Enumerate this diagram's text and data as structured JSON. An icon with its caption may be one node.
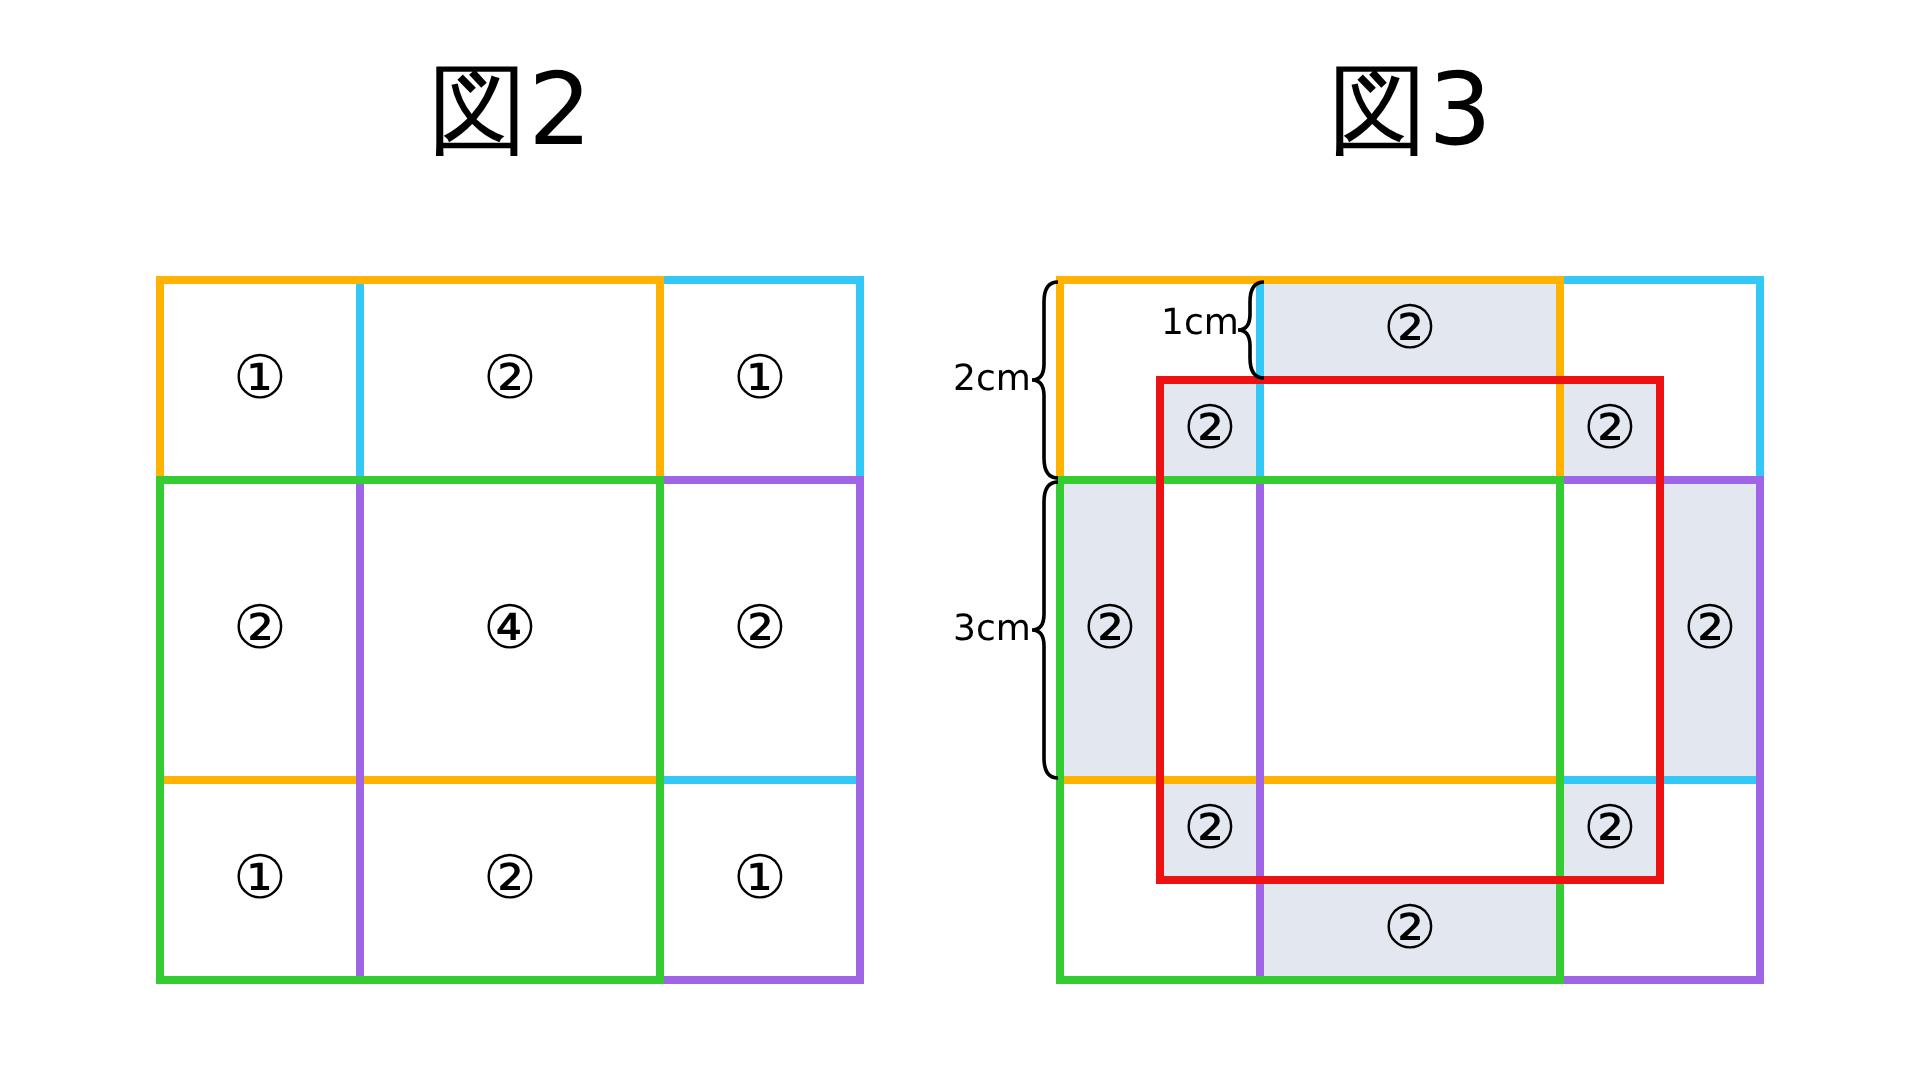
{
  "diagram": {
    "labels": [
      "図2",
      "図3",
      "①",
      "②",
      "①",
      "②",
      "④",
      "②",
      "①",
      "②",
      "①",
      "2cm",
      "1cm",
      "②",
      "②",
      "②",
      "3cm",
      "②",
      "②",
      "②",
      "②",
      "②"
    ]
  }
}
